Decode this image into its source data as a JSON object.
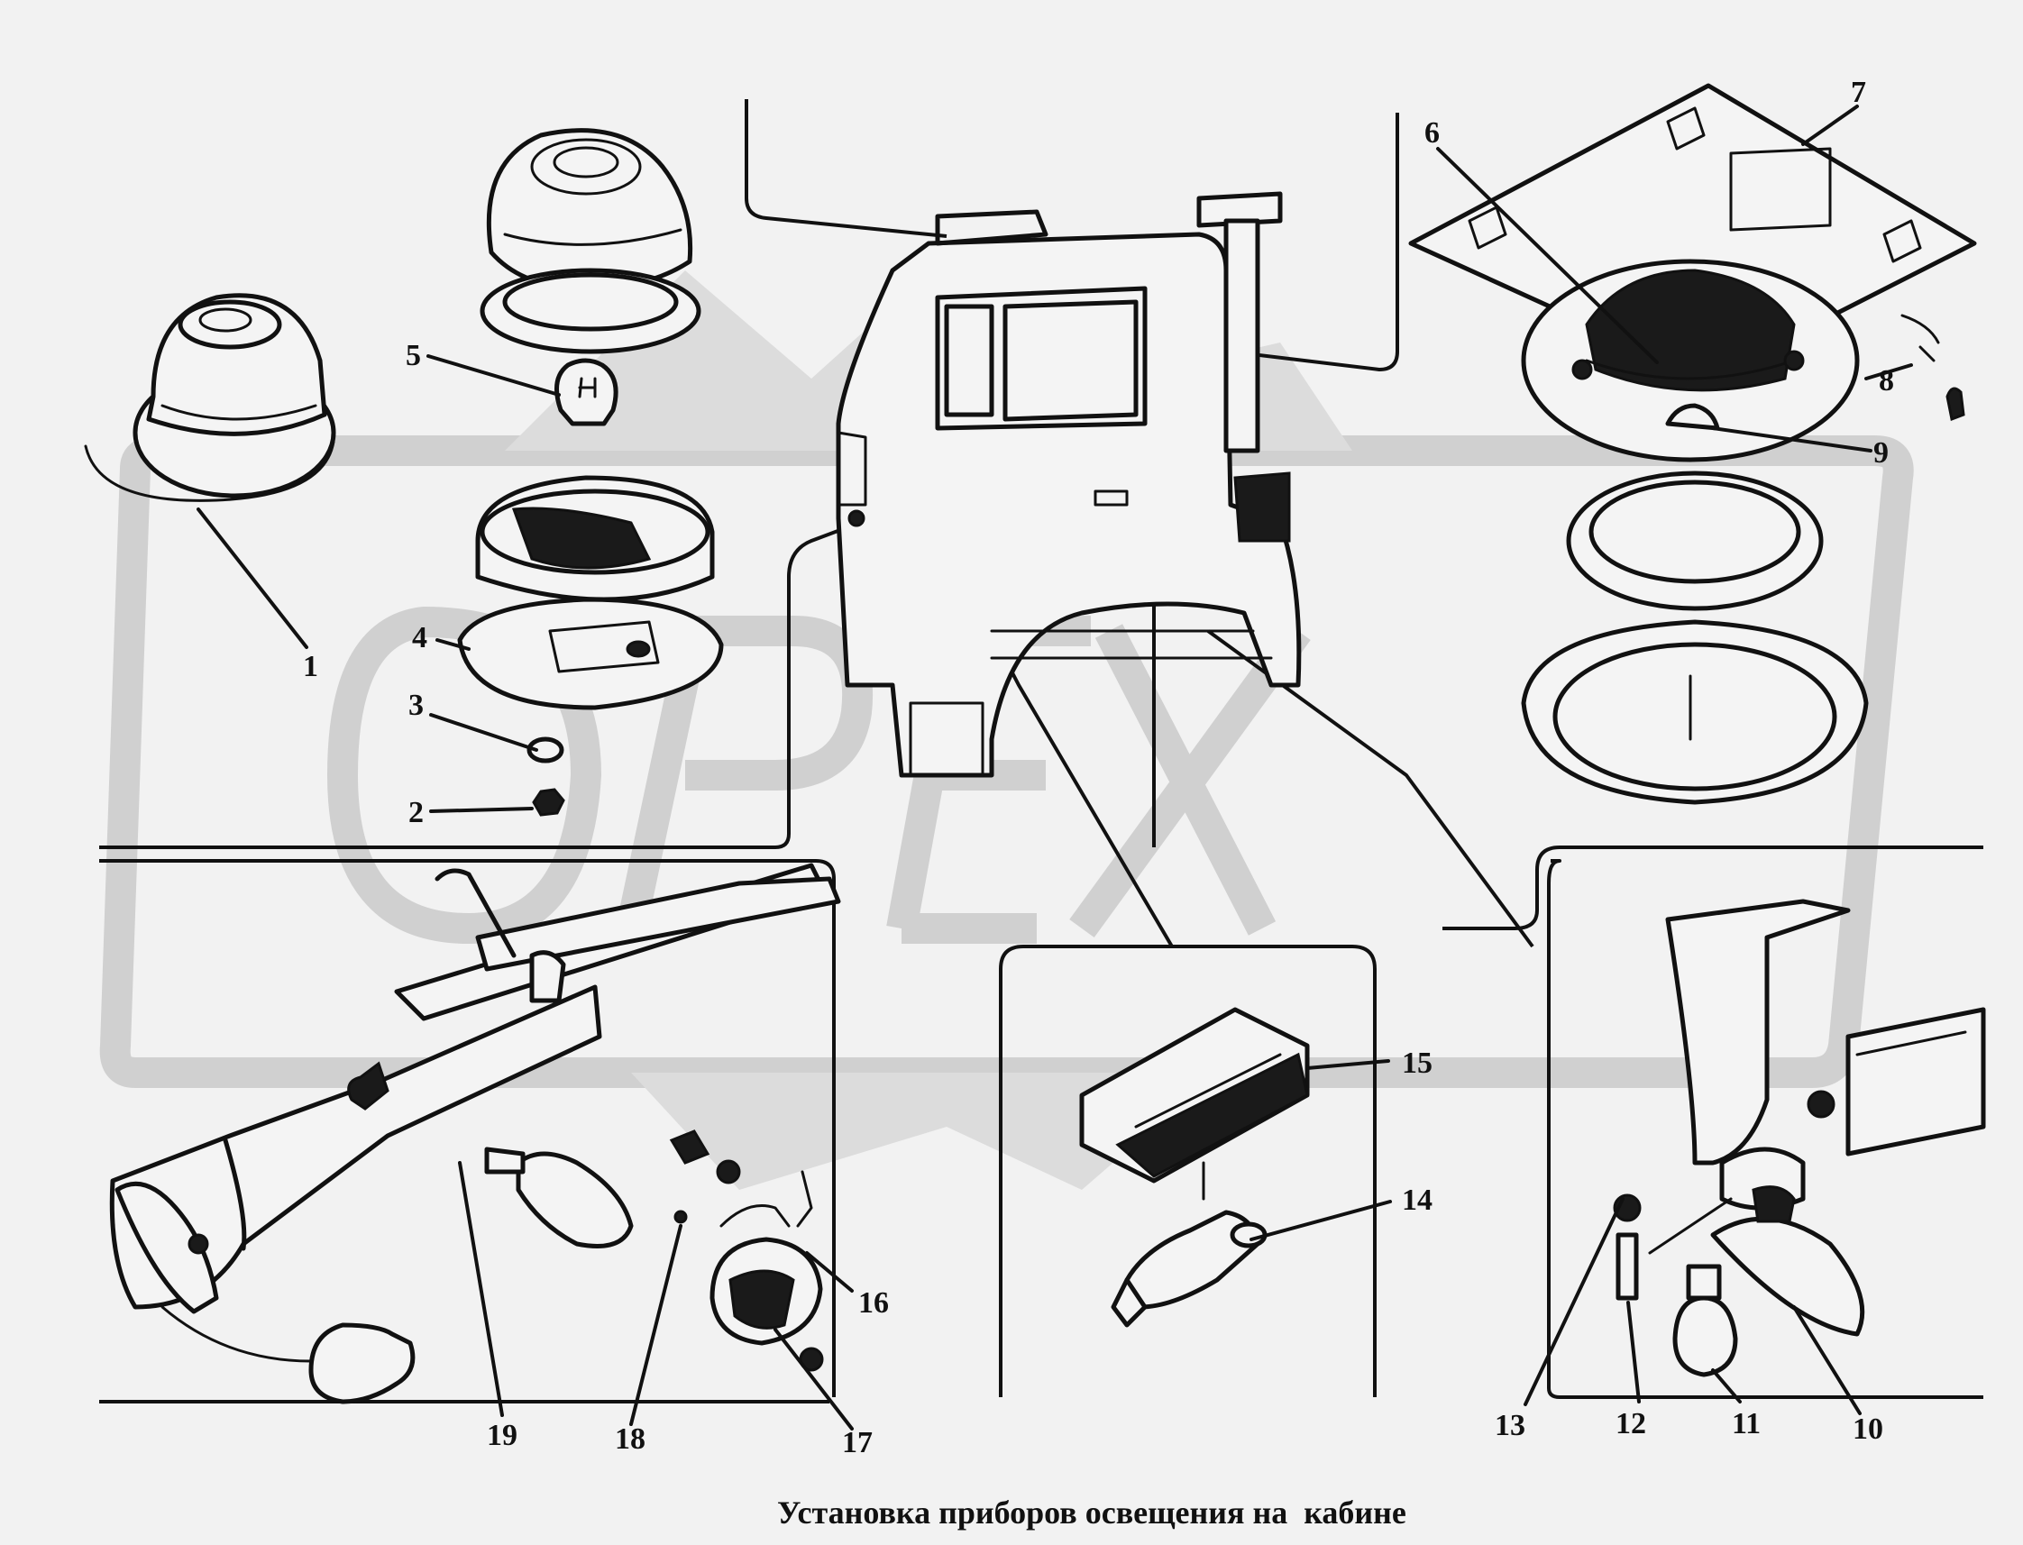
{
  "title": "Установка приборов освещения на  кабине",
  "watermark": "ОРЕХ",
  "colors": {
    "background": "#f2f2f2",
    "ink": "#111111",
    "watermark": "#d0d0d0"
  },
  "callouts": [
    {
      "id": "1",
      "text": "1"
    },
    {
      "id": "2",
      "text": "2"
    },
    {
      "id": "3",
      "text": "3"
    },
    {
      "id": "4",
      "text": "4"
    },
    {
      "id": "5",
      "text": "5"
    },
    {
      "id": "6",
      "text": "6"
    },
    {
      "id": "7",
      "text": "7"
    },
    {
      "id": "8",
      "text": "8"
    },
    {
      "id": "9",
      "text": "9"
    },
    {
      "id": "10",
      "text": "10"
    },
    {
      "id": "11",
      "text": "11"
    },
    {
      "id": "12",
      "text": "12"
    },
    {
      "id": "13",
      "text": "13"
    },
    {
      "id": "14",
      "text": "14"
    },
    {
      "id": "15",
      "text": "15"
    },
    {
      "id": "16",
      "text": "16"
    },
    {
      "id": "17",
      "text": "17"
    },
    {
      "id": "18",
      "text": "18"
    },
    {
      "id": "19",
      "text": "19"
    }
  ]
}
